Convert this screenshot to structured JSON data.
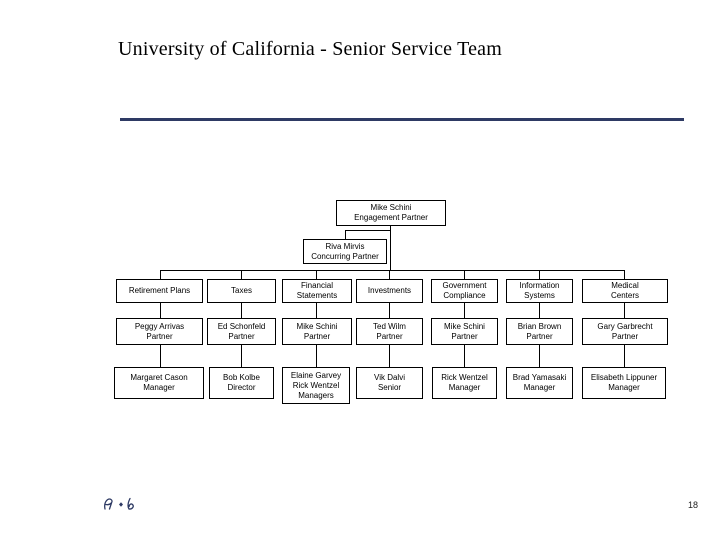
{
  "title": "University of California - Senior Service Team",
  "colors": {
    "accent_navy": "#2e3a64",
    "box_border": "#000000",
    "background": "#ffffff",
    "text": "#000000"
  },
  "icons": {
    "footer_logo": "handwritten-script-mark"
  },
  "org_chart": {
    "root": {
      "name": "Mike Schini",
      "title": "Engagement Partner"
    },
    "concurring": {
      "name": "Riva Mirvis",
      "title": "Concurring Partner"
    },
    "columns": [
      {
        "header": "Retirement Plans",
        "partner": {
          "name": "Peggy Arrivas",
          "title": "Partner"
        },
        "manager": {
          "name": "Margaret Cason",
          "title": "Manager"
        }
      },
      {
        "header": "Taxes",
        "partner": {
          "name": "Ed Schonfeld",
          "title": "Partner"
        },
        "manager": {
          "name": "Bob Kolbe",
          "title": "Director"
        }
      },
      {
        "header": "Financial\nStatements",
        "partner": {
          "name": "Mike Schini",
          "title": "Partner"
        },
        "manager": {
          "name": "Elaine Garvey\nRick Wentzel",
          "title": "Managers"
        }
      },
      {
        "header": "Investments",
        "partner": {
          "name": "Ted Wilm",
          "title": "Partner"
        },
        "manager": {
          "name": "Vik Dalvi",
          "title": "Senior"
        }
      },
      {
        "header": "Government\nCompliance",
        "partner": {
          "name": "Mike Schini",
          "title": "Partner"
        },
        "manager": {
          "name": "Rick Wentzel",
          "title": "Manager"
        }
      },
      {
        "header": "Information\nSystems",
        "partner": {
          "name": "Brian Brown",
          "title": "Partner"
        },
        "manager": {
          "name": "Brad Yamasaki",
          "title": "Manager"
        }
      },
      {
        "header": "Medical\nCenters",
        "partner": {
          "name": "Gary Garbrecht",
          "title": "Partner"
        },
        "manager": {
          "name": "Elisabeth Lippuner",
          "title": "Manager"
        }
      }
    ]
  },
  "footer": {
    "page_number": "18"
  }
}
